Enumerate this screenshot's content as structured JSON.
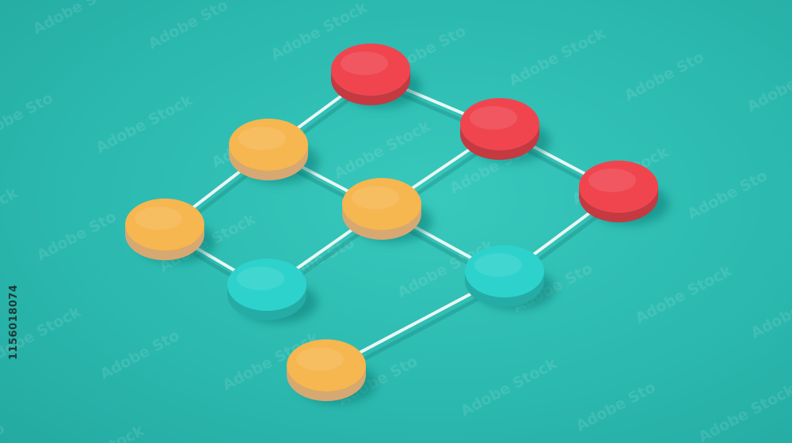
{
  "image": {
    "background_color": "#2dbdb1",
    "stock_id": "1156018074",
    "watermark_text": "Adobe Stock"
  },
  "network": {
    "colors": {
      "red": "#f0454f",
      "orange": "#f6b650",
      "teal": "#2dd2cc",
      "connector": "#eaf7f5"
    },
    "nodes": [
      {
        "id": "red-top",
        "color": "red"
      },
      {
        "id": "red-middle",
        "color": "red"
      },
      {
        "id": "red-right",
        "color": "red"
      },
      {
        "id": "orange-upper",
        "color": "orange"
      },
      {
        "id": "orange-center",
        "color": "orange"
      },
      {
        "id": "orange-left",
        "color": "orange"
      },
      {
        "id": "teal-left",
        "color": "teal"
      },
      {
        "id": "teal-right",
        "color": "teal"
      },
      {
        "id": "orange-bottom",
        "color": "orange"
      }
    ],
    "links": [
      [
        "red-top",
        "orange-upper"
      ],
      [
        "red-top",
        "red-middle"
      ],
      [
        "red-middle",
        "red-right"
      ],
      [
        "red-middle",
        "orange-center"
      ],
      [
        "orange-upper",
        "orange-left"
      ],
      [
        "orange-upper",
        "orange-center"
      ],
      [
        "orange-center",
        "teal-left"
      ],
      [
        "orange-center",
        "teal-right"
      ],
      [
        "orange-left",
        "teal-left"
      ],
      [
        "red-right",
        "teal-right"
      ],
      [
        "teal-right",
        "orange-bottom"
      ]
    ]
  }
}
